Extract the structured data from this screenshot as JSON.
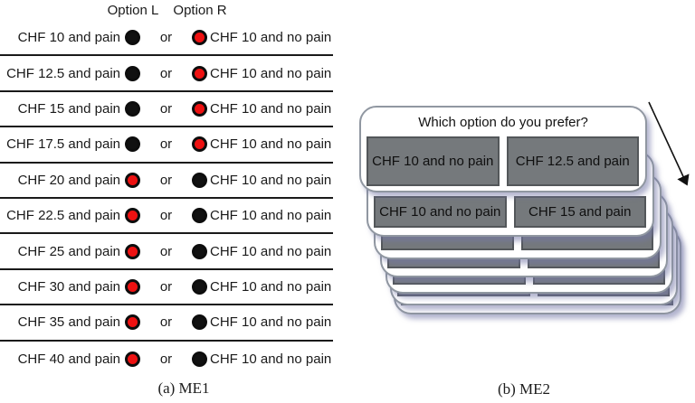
{
  "colors": {
    "red_dot": "#ee1111",
    "black_dot": "#111111",
    "button_gray": "#75797c",
    "button_border": "#53575a",
    "card_border": "#9097a1",
    "separator": "#1a1a1a"
  },
  "panel_a": {
    "caption": "(a) ME1",
    "header": {
      "left": "Option L",
      "right": "Option R"
    },
    "or_label": "or",
    "rows": [
      {
        "left": "CHF 10 and pain",
        "left_dot": "black",
        "right_dot": "red",
        "right": "CHF 10 and no pain"
      },
      {
        "left": "CHF 12.5 and pain",
        "left_dot": "black",
        "right_dot": "red",
        "right": "CHF 10 and no pain"
      },
      {
        "left": "CHF 15 and pain",
        "left_dot": "black",
        "right_dot": "red",
        "right": "CHF 10 and no pain"
      },
      {
        "left": "CHF 17.5 and pain",
        "left_dot": "black",
        "right_dot": "red",
        "right": "CHF 10 and no pain"
      },
      {
        "left": "CHF 20 and pain",
        "left_dot": "red",
        "right_dot": "black",
        "right": "CHF 10 and no pain"
      },
      {
        "left": "CHF 22.5 and pain",
        "left_dot": "red",
        "right_dot": "black",
        "right": "CHF 10 and no pain"
      },
      {
        "left": "CHF 25 and pain",
        "left_dot": "red",
        "right_dot": "black",
        "right": "CHF 10 and no pain"
      },
      {
        "left": "CHF 30 and pain",
        "left_dot": "red",
        "right_dot": "black",
        "right": "CHF 10 and no pain"
      },
      {
        "left": "CHF 35 and pain",
        "left_dot": "red",
        "right_dot": "black",
        "right": "CHF 10 and no pain"
      },
      {
        "left": "CHF 40 and pain",
        "left_dot": "red",
        "right_dot": "black",
        "right": "CHF 10 and no pain"
      }
    ]
  },
  "panel_b": {
    "caption": "(b) ME2",
    "cards": [
      {
        "question": "Which option do you prefer?",
        "left_button": "CHF 10 and no pain",
        "right_button": "CHF 12.5 and pain"
      },
      {
        "left_button": "CHF 10 and no pain",
        "right_button": "CHF 15 and pain"
      }
    ]
  }
}
